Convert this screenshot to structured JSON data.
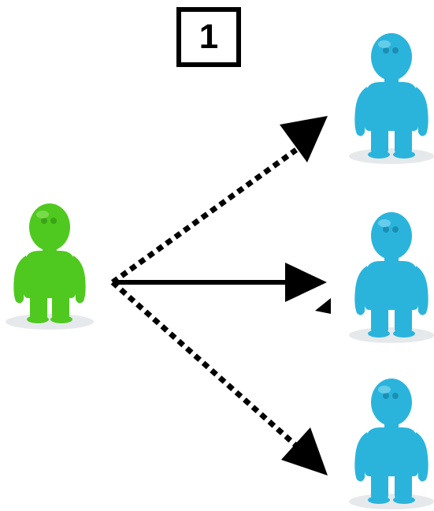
{
  "step": {
    "number": "1"
  },
  "figures": {
    "source": {
      "icon": "person-figure-icon",
      "color": "#4fc91f"
    },
    "targets": [
      {
        "icon": "person-figure-icon",
        "color": "#2ab4dc"
      },
      {
        "icon": "person-figure-icon",
        "color": "#2ab4dc"
      },
      {
        "icon": "person-figure-icon",
        "color": "#2ab4dc"
      }
    ]
  },
  "arrows": [
    {
      "from": "source",
      "to": "target-1",
      "style": "dotted"
    },
    {
      "from": "source",
      "to": "target-2",
      "style": "solid"
    },
    {
      "from": "source",
      "to": "target-3",
      "style": "dotted"
    }
  ],
  "colors": {
    "arrow": "#000000",
    "background": "#ffffff",
    "floor": "#e6e9ec"
  }
}
